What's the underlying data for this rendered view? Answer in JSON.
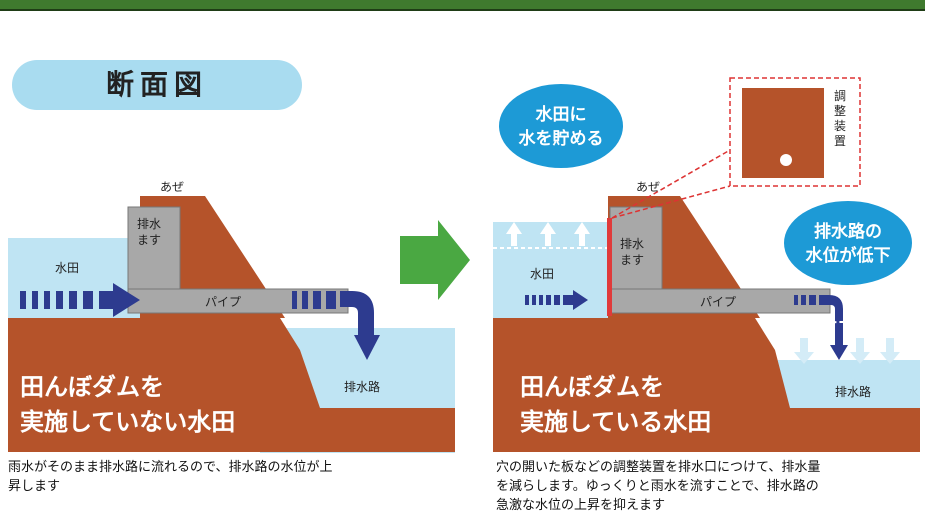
{
  "title": "断面図",
  "left": {
    "aze": "あぜ",
    "masu": "排水ます",
    "suiden": "水田",
    "pipe": "パイプ",
    "haisuiro": "排水路",
    "banner_line1": "田んぼダムを",
    "banner_line2": "実施していない水田",
    "caption_line1": "雨水がそのまま排水路に流れるので、排水路の水位が上",
    "caption_line2": "昇します"
  },
  "right": {
    "bubble_left_line1": "水田に",
    "bubble_left_line2": "水を貯める",
    "aze": "あぜ",
    "masu": "排水ます",
    "suiden": "水田",
    "pipe": "パイプ",
    "device_label": "調整装置",
    "bubble_right_line1": "排水路の",
    "bubble_right_line2": "水位が低下",
    "haisuiro": "排水路",
    "banner_line1": "田んぼダムを",
    "banner_line2": "実施している水田",
    "caption_line1": "穴の開いた板などの調整装置を排水口につけて、排水量",
    "caption_line2": "を減らします。ゆっくりと雨水を流すことで、排水路の",
    "caption_line3": "急激な水位の上昇を抑えます"
  },
  "colors": {
    "soil": "#b5532a",
    "water": "#bfe4f3",
    "concrete": "#a8a8a8",
    "arrow": "#2d3b8f",
    "bubble": "#1d9ad6",
    "green_arrow": "#4aa842",
    "topbar": "#3f7a2e",
    "device": "#e03a3a"
  }
}
